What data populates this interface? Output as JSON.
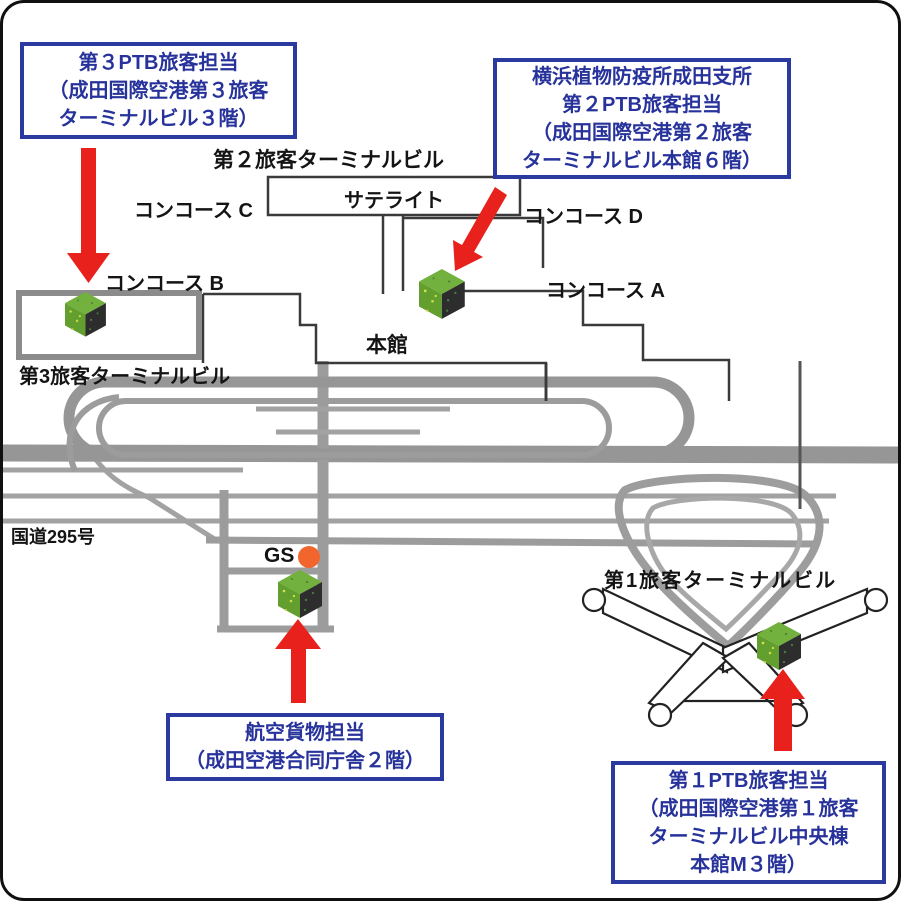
{
  "map": {
    "title_implicit": "成田空港 植物防疫所 案内図",
    "labels": {
      "terminal2": "第２旅客ターミナルビル",
      "satellite": "サテライト",
      "concourse_c": "コンコース C",
      "concourse_d": "コンコース D",
      "concourse_b": "コンコース B",
      "concourse_a": "コンコース A",
      "main_building": "本館",
      "terminal3": "第3旅客ターミナルビル",
      "route295": "国道295号",
      "gs": "GS",
      "terminal1": "第1旅客ターミナルビル"
    },
    "boxes": {
      "t3_office": {
        "lines": [
          "第３PTB旅客担当",
          "（成田国際空港第３旅客",
          "ターミナルビル３階）"
        ]
      },
      "t2_office": {
        "lines": [
          "横浜植物防疫所成田支所",
          "第２PTB旅客担当",
          "（成田国際空港第２旅客",
          "ターミナルビル本館６階）"
        ]
      },
      "cargo_office": {
        "lines": [
          "航空貨物担当",
          "（成田空港合同庁舎２階）"
        ]
      },
      "t1_office": {
        "lines": [
          "第１PTB旅客担当",
          "（成田国際空港第１旅客",
          "ターミナルビル中央棟",
          "本館M３階）"
        ]
      }
    },
    "colors": {
      "box_border_blue": "#2b3a9e",
      "box_text_blue": "#27339b",
      "arrow_red": "#e8211c",
      "road_gray": "#969696",
      "building_outline": "#3a3a3a",
      "marker_green_top": "#72b13e",
      "marker_green_side": "#639f2f",
      "marker_dark_side": "#2d2d2d",
      "gs_orange": "#f2662d"
    }
  }
}
